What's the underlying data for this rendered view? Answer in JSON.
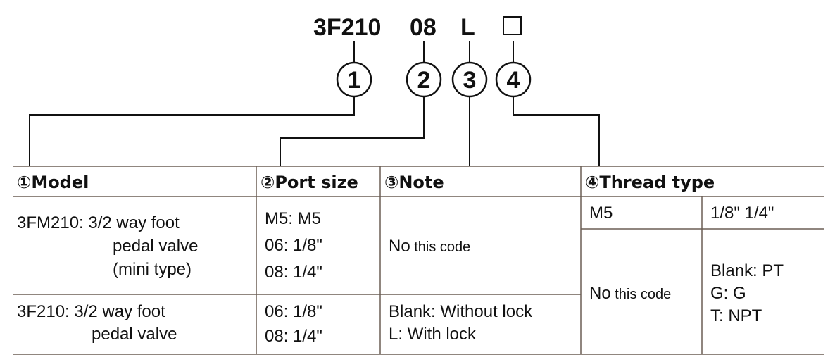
{
  "code": {
    "model": "3F210",
    "port": "08",
    "note": "L",
    "thread": "□"
  },
  "markers": [
    "1",
    "2",
    "3",
    "4"
  ],
  "headers": {
    "model": "①Model",
    "port": "②Port size",
    "note": "③Note",
    "thread": "④Thread type"
  },
  "rows": [
    {
      "model_lines": [
        "3FM210:  3/2 way foot",
        "pedal valve",
        "(mini type)"
      ],
      "port_lines": [
        "M5: M5",
        "06: 1/8\"",
        "08: 1/4\""
      ],
      "note_prefix": "No",
      "note_suffix": " this code"
    },
    {
      "model_lines": [
        "3F210: 3/2 way foot",
        "pedal valve"
      ],
      "port_lines": [
        "06: 1/8\"",
        "08: 1/4\""
      ],
      "note_lines": [
        "Blank: Without lock",
        "L: With lock"
      ]
    }
  ],
  "thread": {
    "top_left": "M5",
    "top_right": "1/8\"   1/4\"",
    "bottom_left_prefix": "No",
    "bottom_left_suffix": " this code",
    "bottom_right_lines": [
      "Blank: PT",
      "G: G",
      "T: NPT"
    ]
  }
}
